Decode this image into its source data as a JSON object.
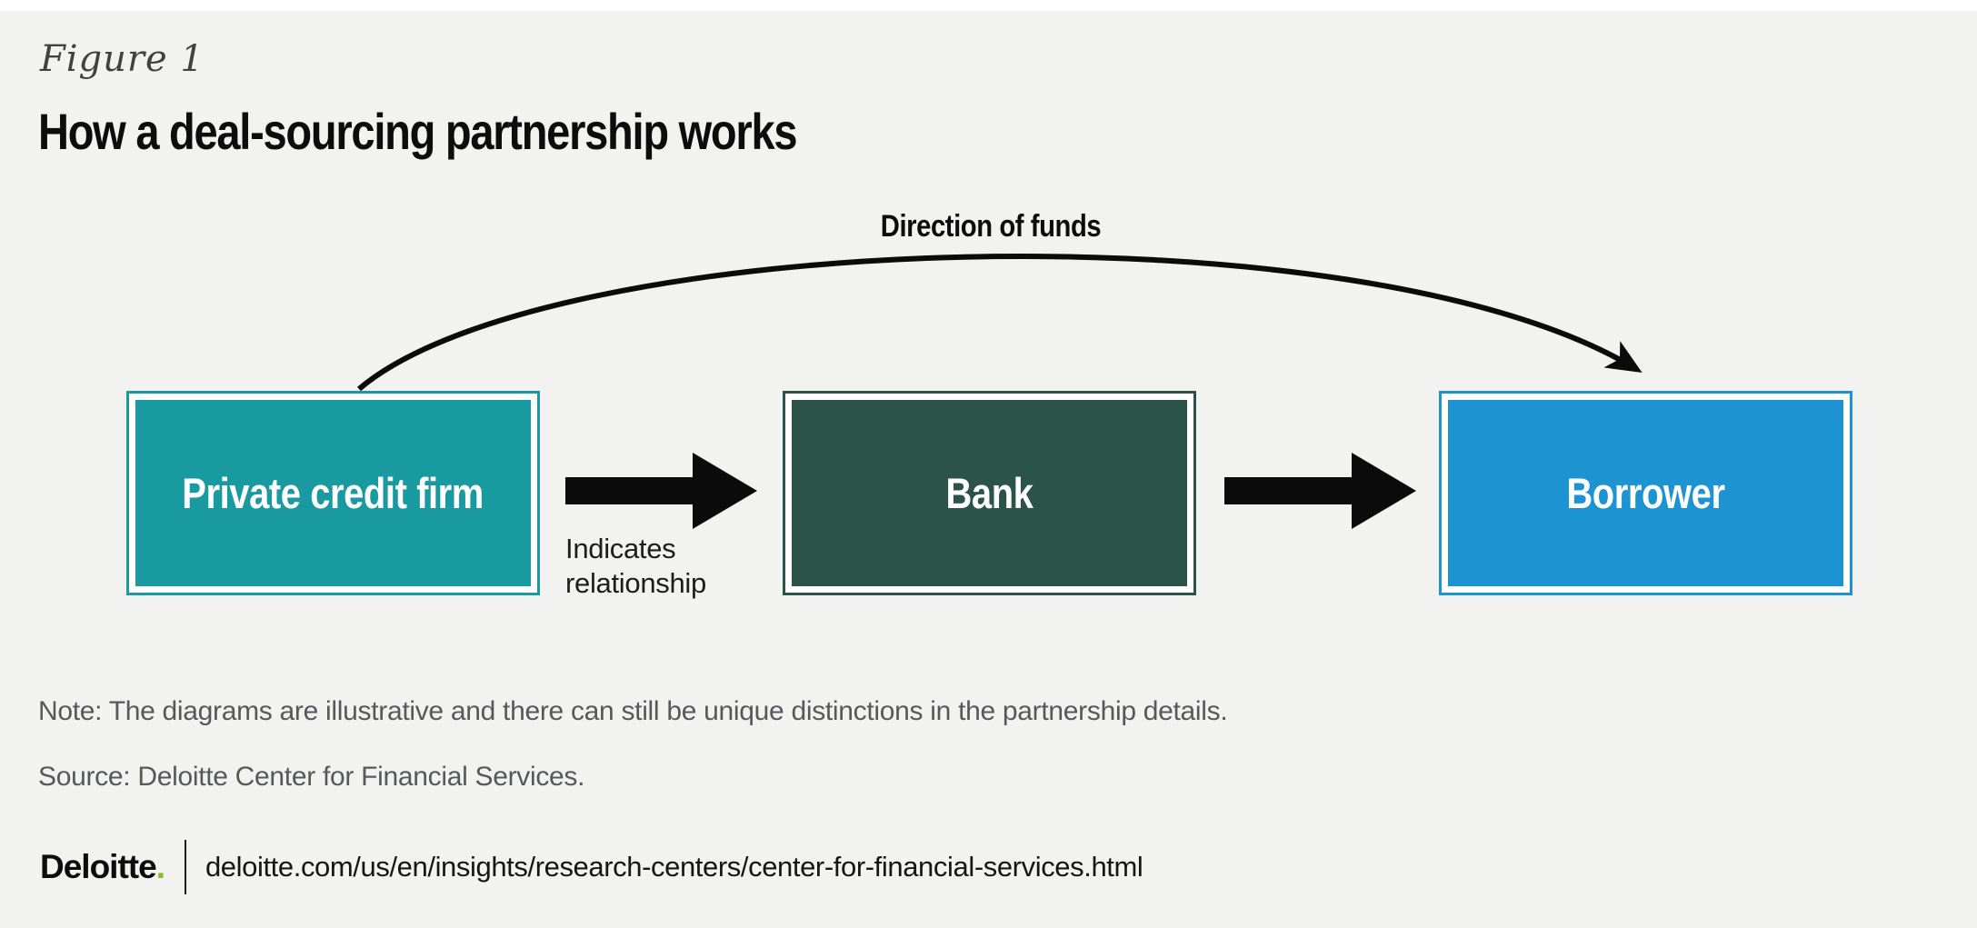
{
  "figure_label": "Figure 1",
  "title": "How a deal-sourcing partnership works",
  "diagram": {
    "funds_arrow_label": "Direction of funds",
    "relationship_caption": "Indicates\nrelationship",
    "nodes": [
      {
        "label": "Private credit firm",
        "color": "#189aa0"
      },
      {
        "label": "Bank",
        "color": "#2c5347"
      },
      {
        "label": "Borrower",
        "color": "#1e93d1"
      }
    ],
    "edges": [
      {
        "from": "Private credit firm",
        "to": "Bank",
        "type": "relationship"
      },
      {
        "from": "Bank",
        "to": "Borrower",
        "type": "relationship"
      },
      {
        "from": "Private credit firm",
        "to": "Borrower",
        "type": "direction of funds"
      }
    ],
    "arrow_color": "#0b0b0b"
  },
  "note": "Note: The diagrams are illustrative and there can still be unique distinctions in the partnership details.",
  "source": "Source: Deloitte Center for Financial Services.",
  "footer": {
    "brand": "Deloitte",
    "brand_dot": ".",
    "brand_dot_color": "#86bc25",
    "url": "deloitte.com/us/en/insights/research-centers/center-for-financial-services.html"
  },
  "colors": {
    "background": "#f2f2f1",
    "top_strip": "#ffffff",
    "note_text": "#56585a",
    "title_text": "#0d0d0d"
  }
}
